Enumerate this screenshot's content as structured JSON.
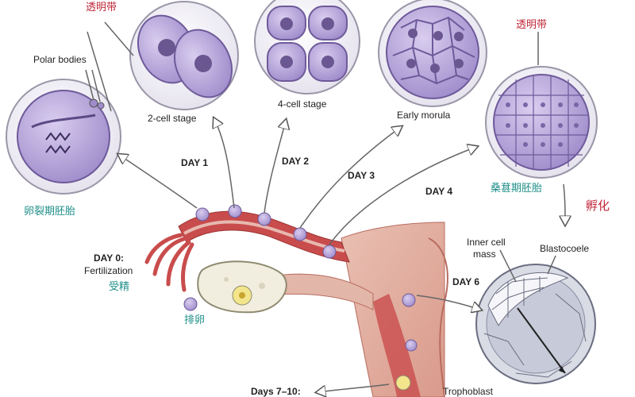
{
  "labels": {
    "zona_left": "透明带",
    "zona_right": "透明带",
    "polar_bodies": "Polar bodies",
    "two_cell": "2-cell stage",
    "four_cell": "4-cell stage",
    "early_morula": "Early morula",
    "cleavage_cn": "卵裂期胚胎",
    "morula_cn": "桑葚期胚胎",
    "hatching_cn": "孵化",
    "inner_cell_mass_1": "Inner cell",
    "inner_cell_mass_2": "mass",
    "blastocoele": "Blastocoele",
    "trophoblast": "Trophoblast",
    "day0": "DAY 0:",
    "fertilization": "Fertilization",
    "fertilization_cn": "受精",
    "ovulation_cn": "排卵",
    "day1": "DAY 1",
    "day2": "DAY 2",
    "day3": "DAY 3",
    "day4": "DAY 4",
    "day6": "DAY 6",
    "days7_10": "Days 7–10:"
  },
  "colors": {
    "cell_fill": "#b8a9d9",
    "cell_stroke": "#6e5a9a",
    "tube": "#c94c4c",
    "tube_light": "#e7b9b0",
    "label_red": "#c0283a",
    "label_teal": "#1f8f8a"
  }
}
